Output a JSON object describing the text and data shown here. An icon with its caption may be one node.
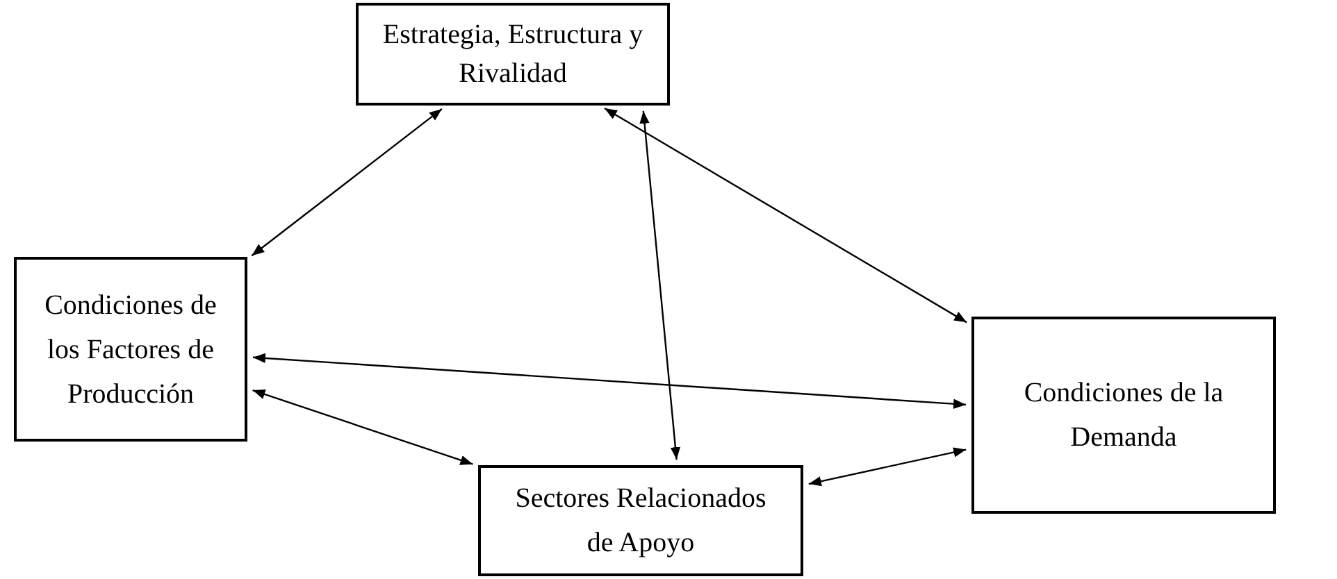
{
  "diagram": {
    "nodes": [
      {
        "text": [
          "Estrategia, Estructura y Rivalidad"
        ]
      },
      {
        "text": [
          "Condiciones de los Factores de Producción"
        ]
      },
      {
        "text": [
          "Condiciones de la Demanda"
        ]
      },
      {
        "text": [
          "Sectores Relacionados de Apoyo"
        ]
      }
    ],
    "edges": [
      {
        "from": 0,
        "to": 1,
        "arrow": "both"
      },
      {
        "from": 0,
        "to": 2,
        "arrow": "both"
      },
      {
        "from": 0,
        "to": 3,
        "arrow": "both"
      },
      {
        "from": 1,
        "to": 2,
        "arrow": "both"
      },
      {
        "from": 1,
        "to": 3,
        "arrow": "both"
      },
      {
        "from": 2,
        "to": 3,
        "arrow": "both"
      }
    ]
  }
}
